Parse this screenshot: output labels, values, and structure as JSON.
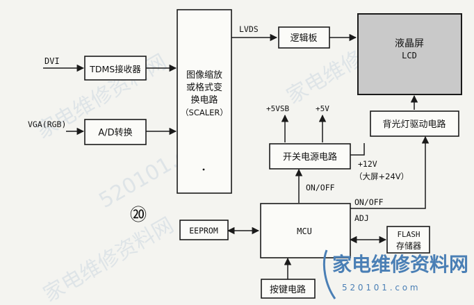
{
  "blocks": {
    "tdms": "TDMS接收器",
    "ad": "A/D转换",
    "scaler_lines": [
      "图像缩放",
      "或格式变",
      "换电路",
      "（SCALER）"
    ],
    "logic": "逻辑板",
    "lcd_line1": "液晶屏",
    "lcd_line2": "LCD",
    "backlight": "背光灯驱动电路",
    "power": "开关电源电路",
    "mcu": "MCU",
    "eeprom": "EEPROM",
    "flash_line1": "FLASH",
    "flash_line2": "存储器",
    "keys": "按键电路"
  },
  "signals": {
    "dvi": "DVI",
    "vga": "VGA(RGB)",
    "lvds": "LVDS",
    "v5vsb": "+5VSB",
    "v5": "+5V",
    "v12": "+12V",
    "v24": "（大屏+24V）",
    "onoff_power": "ON/OFF",
    "onoff_backlight": "ON/OFF",
    "adj": "ADJ"
  },
  "figure_number": "⑳",
  "watermark": {
    "brand": "家电维修资料网",
    "site": "520101.com",
    "site_small": "5 2 0 1 0 1 . c o m"
  },
  "colors": {
    "line": "#1a1a1a",
    "lcd_fill": "#c9c9c9",
    "logo": "#4a7fb5"
  }
}
